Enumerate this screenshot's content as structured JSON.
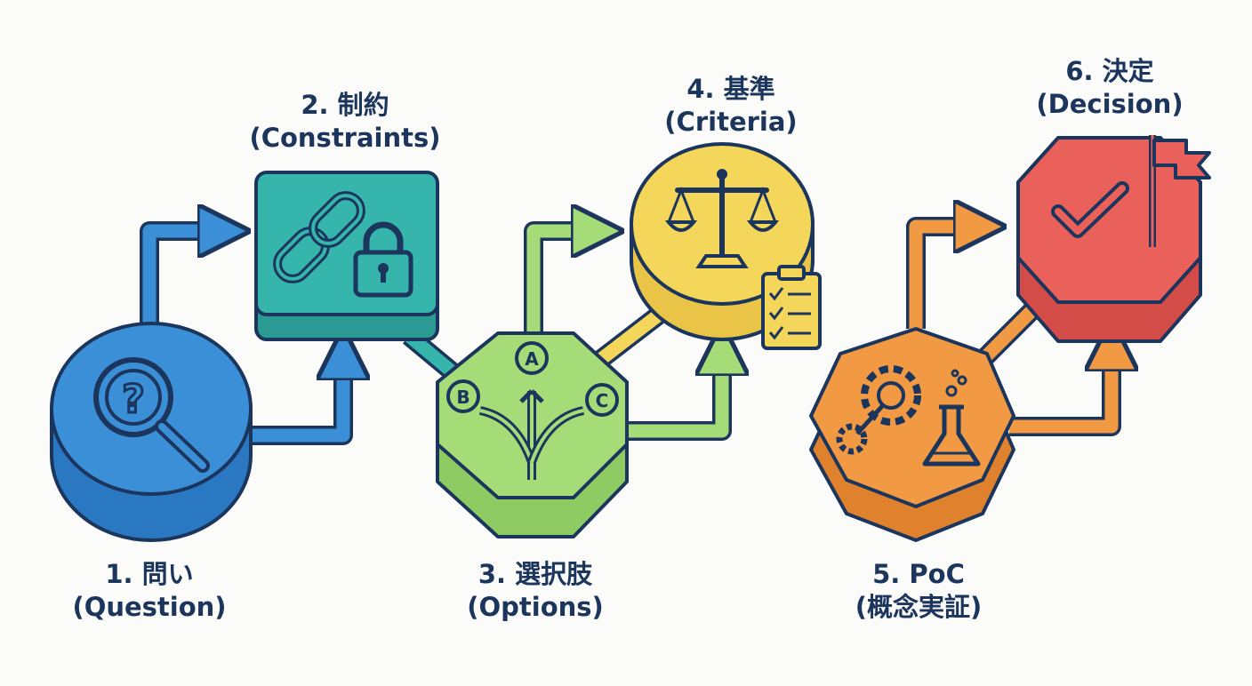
{
  "steps": [
    {
      "line1": "1. 問い",
      "line2": "(Question)",
      "icon": "magnifier-question-icon",
      "color": "#3b8fd6"
    },
    {
      "line1": "2. 制約",
      "line2": "(Constraints)",
      "icon": "chain-lock-icon",
      "color": "#36b5ad"
    },
    {
      "line1": "3. 選択肢",
      "line2": "(Options)",
      "icon": "branch-arrows-icon",
      "color": "#a6dc78",
      "options": [
        "A",
        "B",
        "C"
      ]
    },
    {
      "line1": "4. 基準",
      "line2": "(Criteria)",
      "icon": "scale-clipboard-icon",
      "color": "#f4d65a"
    },
    {
      "line1": "5. PoC",
      "line2": "(概念実証)",
      "icon": "gear-flask-icon",
      "color": "#f29a43"
    },
    {
      "line1": "6. 決定",
      "line2": "(Decision)",
      "icon": "check-flag-icon",
      "color": "#e9615a"
    }
  ],
  "colors": {
    "outline": "#1b355d",
    "blue": "#3b8fd6",
    "green": "#a6dc78",
    "orange": "#f29a43"
  }
}
